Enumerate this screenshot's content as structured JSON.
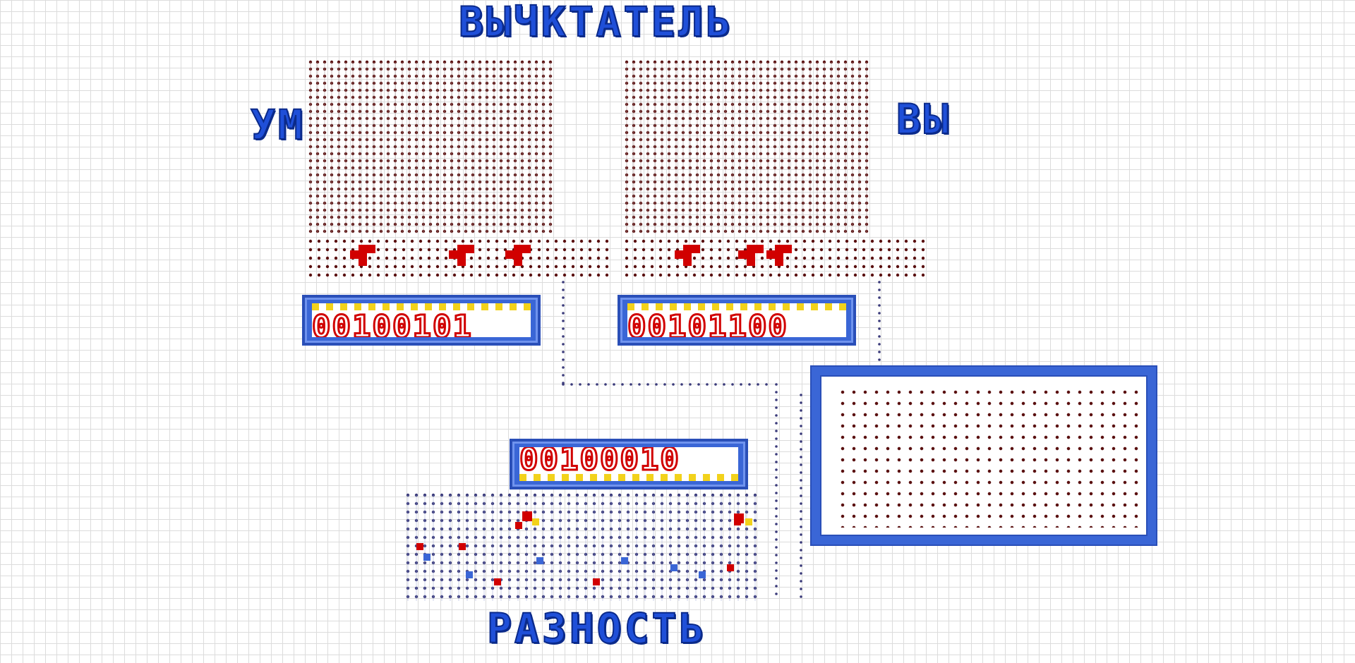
{
  "title": "ВЫЧКТАТЕЛЬ",
  "labels": {
    "minuend": "УМ",
    "subtrahend": "ВЫ",
    "difference": "РАЗНОСТЬ"
  },
  "displays": {
    "minuend": "00100101",
    "subtrahend": "00101100",
    "difference": "00100010"
  },
  "colors": {
    "grid": "#dcdcdc",
    "wire": "#5a1010",
    "active": "#d10000",
    "frame": "#3a66d6",
    "lamp": "#f2d21b",
    "signal": "#3a3a7a"
  }
}
